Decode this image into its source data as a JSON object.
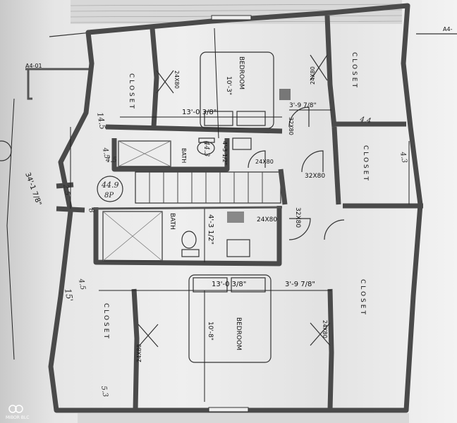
{
  "sheet": {
    "ref_left": "A4-01",
    "ref_right": "A4-"
  },
  "rooms": {
    "bedroom_top": {
      "label": "BEDROOM",
      "dim": "10'-3\""
    },
    "bedroom_bottom": {
      "label": "BEDROOM",
      "dim": "10'-8\""
    },
    "bath_top": {
      "label": "BATH"
    },
    "bath_bottom": {
      "label": "BATH"
    },
    "closets": [
      "CLOSET",
      "CLOSET",
      "CLOSET",
      "CLOSET",
      "CLOSET"
    ]
  },
  "doors": {
    "d1": "24X80",
    "d2": "24X80",
    "d3": "32X80",
    "d4": "24X80",
    "d5": "32X80",
    "d6": "24X80",
    "d7": "32X80",
    "d8": "24X80",
    "d9": "24X80"
  },
  "dimensions": {
    "top_width": "13'-0 3/8\"",
    "top_right": "3'-9 7/8\"",
    "top_bath": "4'-3 1/2\"",
    "mid_bath": "4'-3 1/2\"",
    "bottom_width": "13'-0 3/8\"",
    "bottom_right": "3'-9 7/8\"",
    "overall": "34'-1 7/8\""
  },
  "handwritten": {
    "h1": "14.5",
    "h2": "4.5",
    "h3": "2.5",
    "h4": "8",
    "h5": "4.5",
    "h6": "15'",
    "h7": "5.3",
    "h8": "4.3",
    "h9": "4.4",
    "h10": "4.5",
    "h11": "44.3",
    "circle_a": "44.9",
    "circle_b": "8P"
  },
  "watermark": "MIBOR BLC"
}
